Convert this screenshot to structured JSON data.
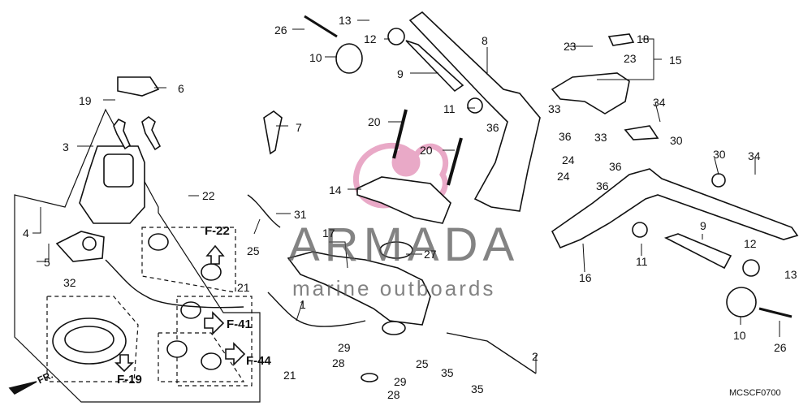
{
  "diagram_code": "MCSCF0700",
  "front_marker": "FR.",
  "watermark": {
    "title": "ARMADA",
    "subtitle": "marine outboards"
  },
  "references": {
    "f22": "F-22",
    "f41": "F-41",
    "f44": "F-44",
    "f19": "F-19"
  },
  "callouts": {
    "c1": "1",
    "c2": "2",
    "c3": "3",
    "c4": "4",
    "c5": "5",
    "c6": "6",
    "c7": "7",
    "c8": "8",
    "c9a": "9",
    "c9b": "9",
    "c10a": "10",
    "c10b": "10",
    "c11a": "11",
    "c11b": "11",
    "c12a": "12",
    "c12b": "12",
    "c13a": "13",
    "c13b": "13",
    "c14": "14",
    "c15": "15",
    "c16": "16",
    "c17": "17",
    "c18": "18",
    "c19": "19",
    "c20a": "20",
    "c20b": "20",
    "c21a": "21",
    "c21b": "21",
    "c22": "22",
    "c23a": "23",
    "c23b": "23",
    "c24a": "24",
    "c24b": "24",
    "c25a": "25",
    "c25b": "25",
    "c26a": "26",
    "c26b": "26",
    "c27": "27",
    "c28a": "28",
    "c28b": "28",
    "c29a": "29",
    "c29b": "29",
    "c30a": "30",
    "c30b": "30",
    "c31": "31",
    "c32": "32",
    "c33a": "33",
    "c33b": "33",
    "c34a": "34",
    "c34b": "34",
    "c35a": "35",
    "c35b": "35",
    "c36a": "36",
    "c36b": "36",
    "c36c": "36",
    "c36d": "36"
  }
}
